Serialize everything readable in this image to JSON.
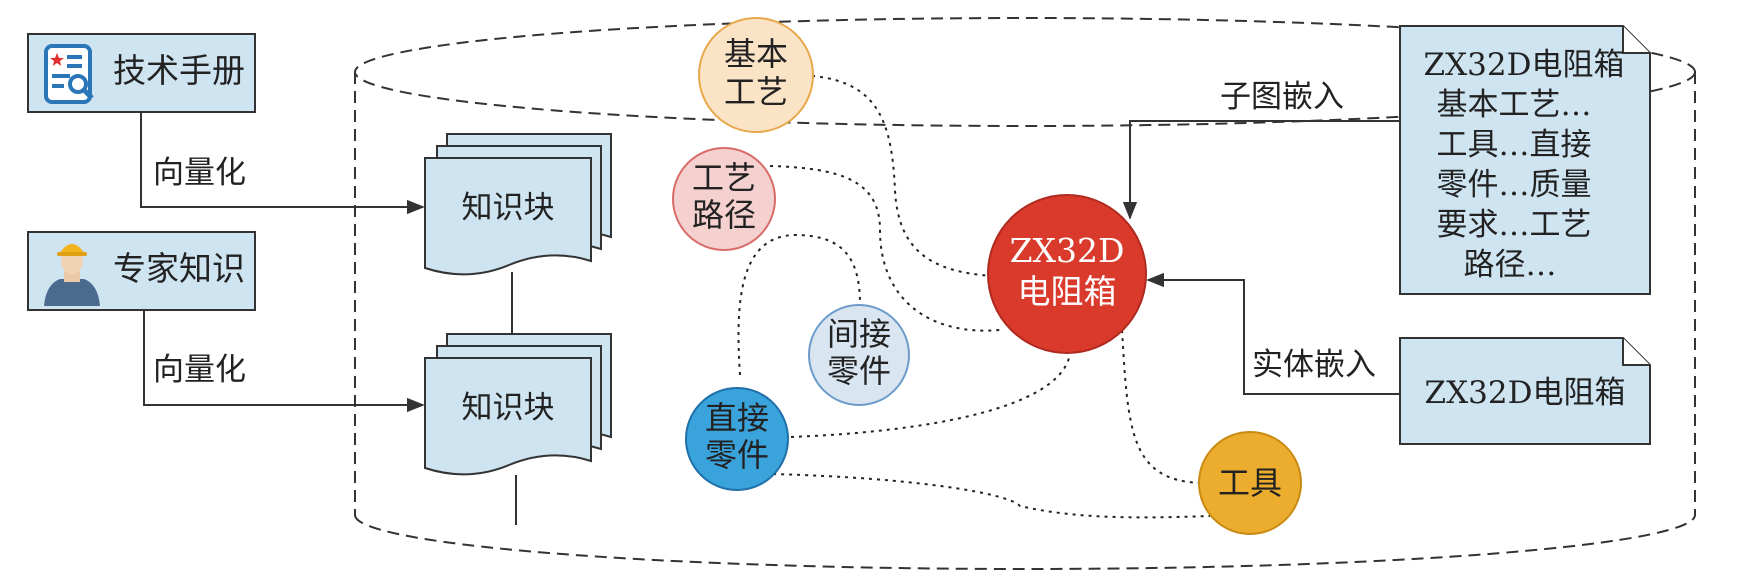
{
  "sources": {
    "manual": {
      "label": "技术手册",
      "icon": "document-search-icon"
    },
    "expert": {
      "label": "专家知识",
      "icon": "expert-person-icon"
    }
  },
  "vectorize_label_1": "向量化",
  "vectorize_label_2": "向量化",
  "knowledge_blocks": [
    "知识块",
    "知识块"
  ],
  "graph_nodes": {
    "center": {
      "line1": "ZX32D",
      "line2": "电阻箱",
      "color": "#d93a2b"
    },
    "basic_process": {
      "line1": "基本",
      "line2": "工艺",
      "color": "#fbe3c6"
    },
    "process_route": {
      "line1": "工艺",
      "line2": "路径",
      "color": "#f4d1cf"
    },
    "indirect_part": {
      "line1": "间接",
      "line2": "零件",
      "color": "#d9e6f2"
    },
    "direct_part": {
      "line1": "直接",
      "line2": "零件",
      "color": "#3aa3dc"
    },
    "tool": {
      "label": "工具",
      "color": "#ecad2e"
    }
  },
  "embeddings": {
    "subgraph": {
      "label": "子图嵌入",
      "note_lines": [
        "ZX32D电阻箱",
        "基本工艺…",
        "工具…直接",
        "零件…质量",
        "要求…工艺",
        "路径…"
      ]
    },
    "entity": {
      "label": "实体嵌入",
      "note_text": "ZX32D电阻箱"
    }
  },
  "colors": {
    "box_fill": "#cfe4f1",
    "stroke": "#333333"
  }
}
